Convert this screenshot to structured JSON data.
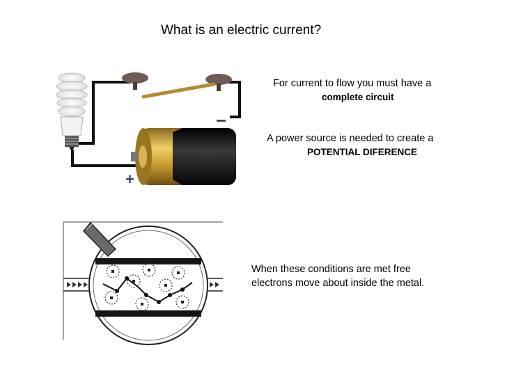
{
  "slide": {
    "title": "What is an electric current?",
    "circuit_text": {
      "line": "For current to flow you must have a",
      "emphasis": "complete circuit"
    },
    "power_text": {
      "line": "A power source is needed to create a",
      "emphasis": "POTENTIAL DIFERENCE"
    },
    "electron_text": {
      "line1": "When these conditions are met free",
      "line2": "electrons move about inside the metal."
    },
    "battery_labels": {
      "negative": "−",
      "positive": "+"
    }
  },
  "colors": {
    "wire": "#111111",
    "battery_gold": "#c89a2e",
    "battery_black": "#1a1a1a",
    "switch_arm": "#b8892e",
    "terminal": "#6e5a57",
    "battery_sign": "#3c3c6e"
  }
}
